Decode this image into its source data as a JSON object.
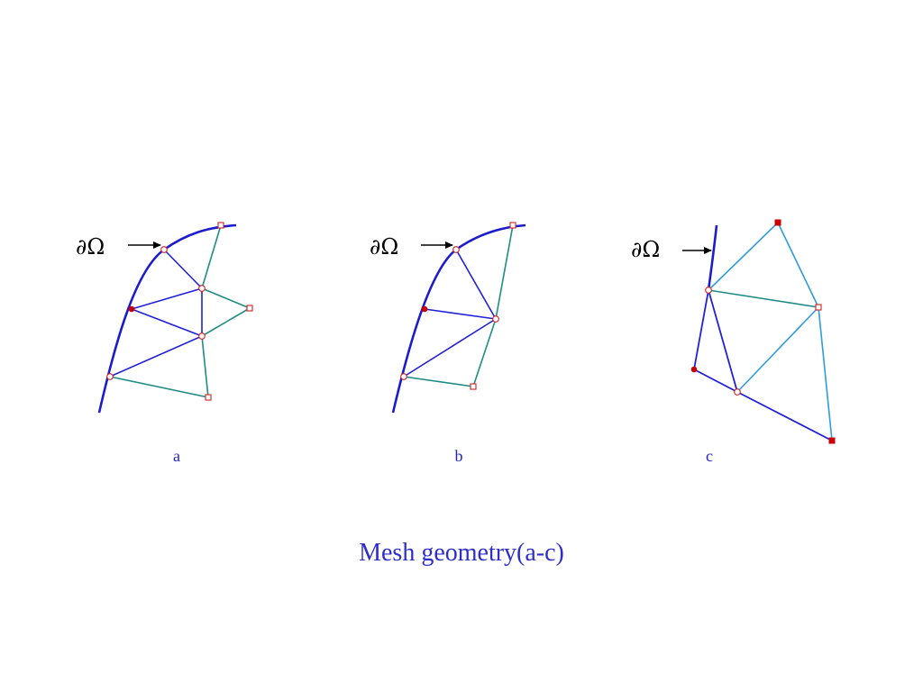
{
  "boundary_symbol": "∂Ω",
  "figures": [
    {
      "label": "a"
    },
    {
      "label": "b"
    },
    {
      "label": "c"
    }
  ],
  "caption": "Mesh geometry(a-c)",
  "colors": {
    "boundary": "#1c1ccc",
    "inner_edge": "#2020d8",
    "outer_edge": "#1f8c84",
    "outer_edge_c": "#2f9ae0",
    "node_fill": "#ffffff",
    "node_stroke": "#d02020",
    "fixed_node": "#cc0000",
    "arrow": "#000000"
  }
}
